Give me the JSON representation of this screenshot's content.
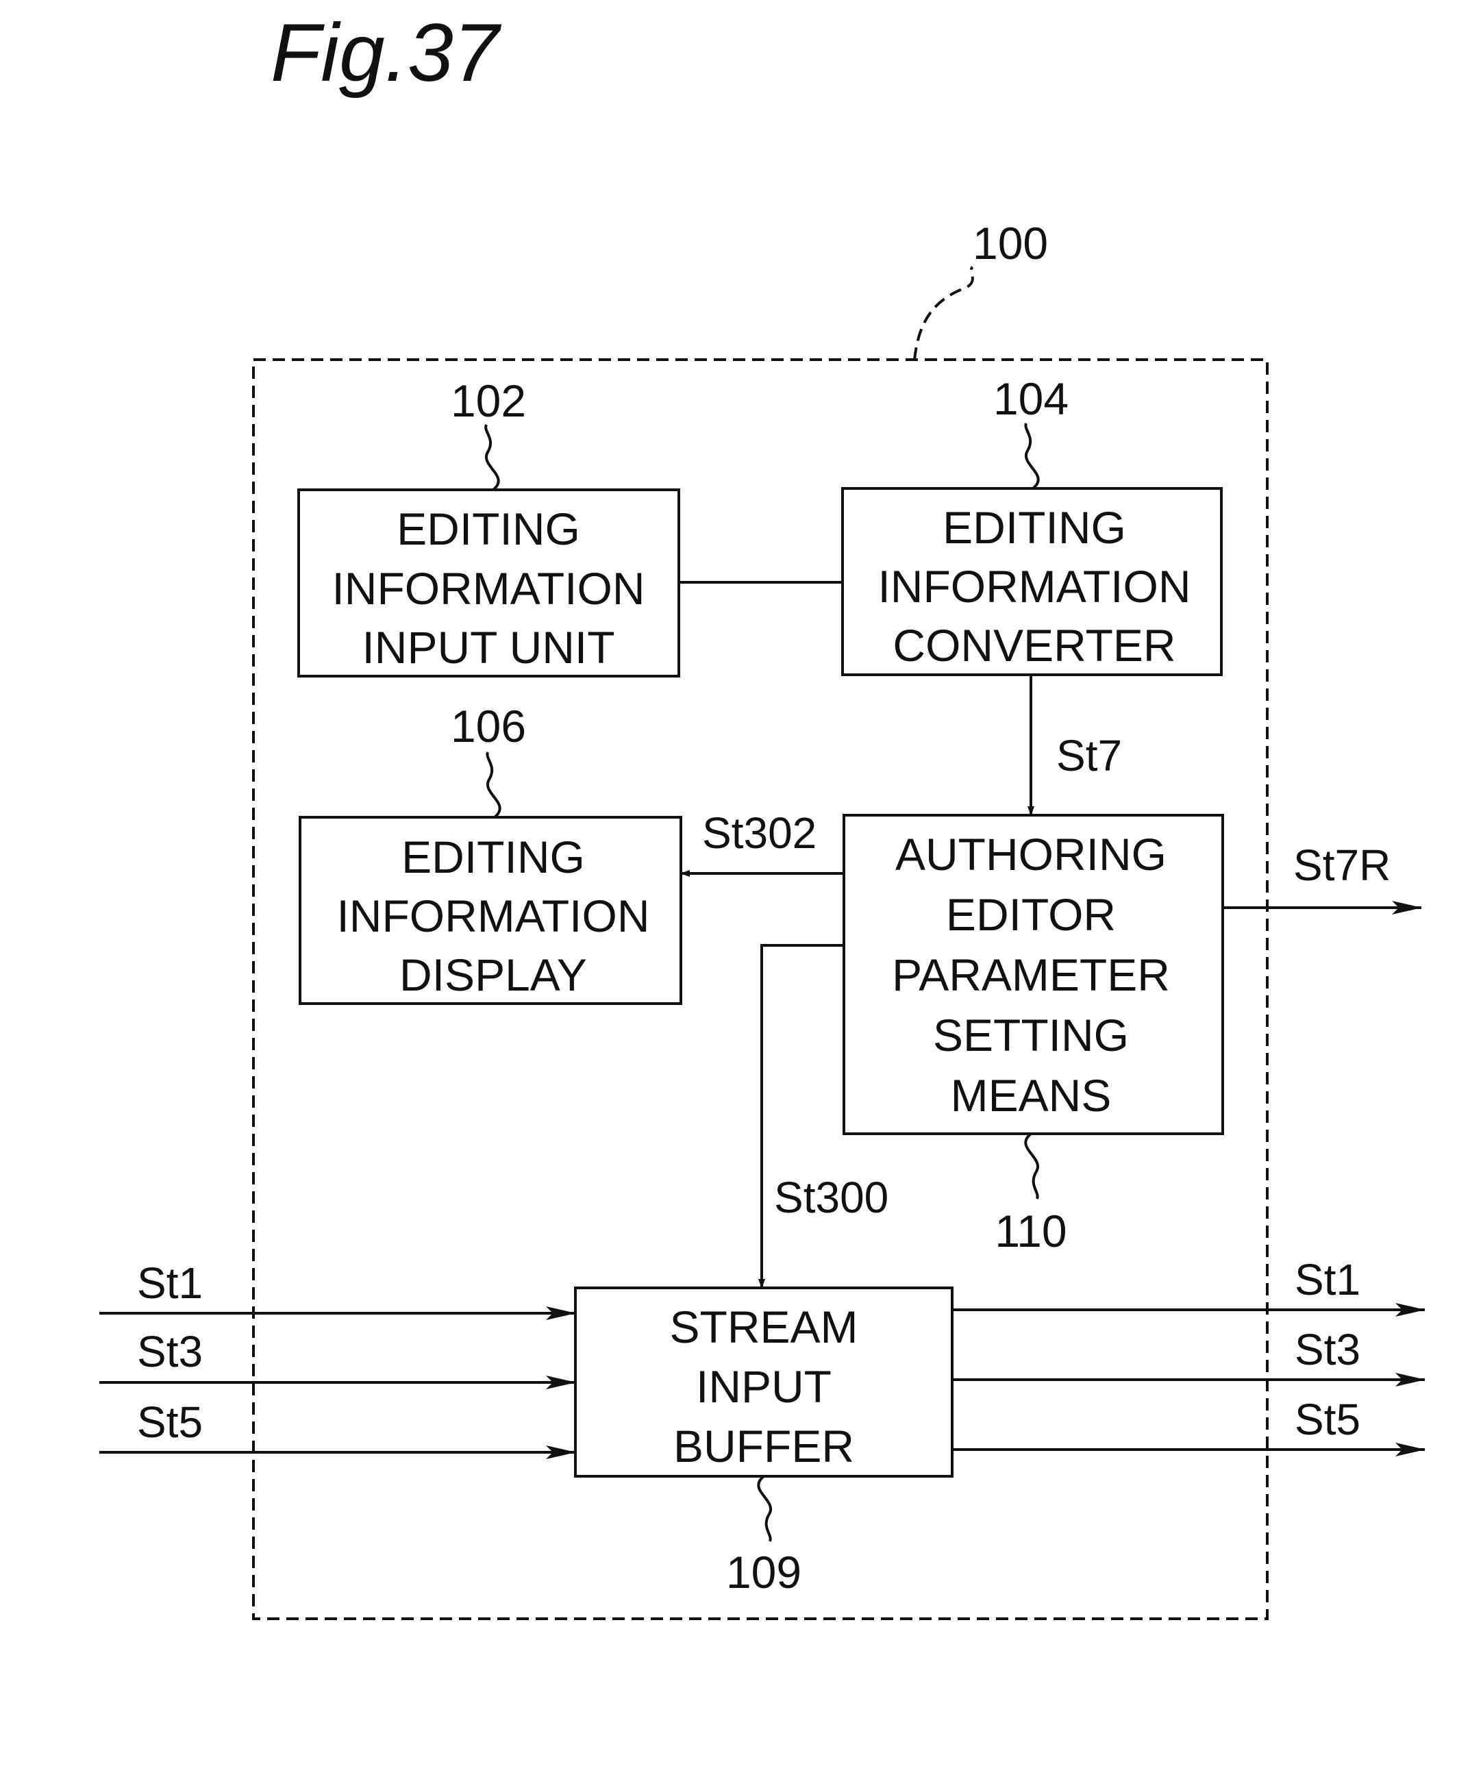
{
  "figure": {
    "title": "Fig.37"
  },
  "system": {
    "ref": "100"
  },
  "blocks": {
    "input_unit": {
      "ref": "102",
      "lines": [
        "EDITING",
        "INFORMATION",
        "INPUT  UNIT"
      ]
    },
    "converter": {
      "ref": "104",
      "lines": [
        "EDITING",
        "INFORMATION",
        "CONVERTER"
      ]
    },
    "display": {
      "ref": "106",
      "lines": [
        "EDITING",
        "INFORMATION",
        "DISPLAY"
      ]
    },
    "authoring": {
      "ref": "110",
      "lines": [
        "AUTHORING",
        "EDITOR",
        "PARAMETER",
        "SETTING",
        "MEANS"
      ]
    },
    "buffer": {
      "ref": "109",
      "lines": [
        "STREAM",
        "INPUT",
        "BUFFER"
      ]
    }
  },
  "signals": {
    "st7": "St7",
    "st302": "St302",
    "st7r": "St7R",
    "st300": "St300",
    "inputs": [
      "St1",
      "St3",
      "St5"
    ],
    "outputs": [
      "St1",
      "St3",
      "St5"
    ]
  }
}
